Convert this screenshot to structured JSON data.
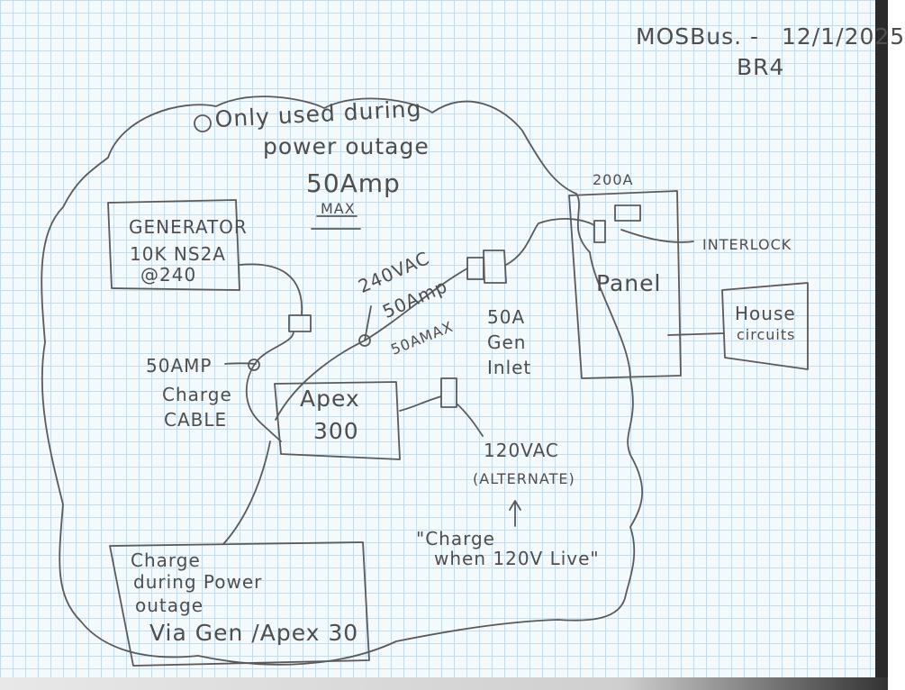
{
  "header": {
    "author": "MOSBus. -",
    "date": "12/1/2025",
    "rev": "BR4"
  },
  "outage_note": {
    "line1": "Only used during",
    "line2": "power outage"
  },
  "max_amp": {
    "line1": "50Amp",
    "line2": "MAX"
  },
  "generator": {
    "line1": "GENERATOR",
    "line2": "10K NS2A",
    "line3": "@240"
  },
  "panel": {
    "rating": "200A",
    "label": "Panel"
  },
  "interlock": {
    "label": "INTERLOCK"
  },
  "house_circuits": {
    "line1": "House",
    "line2": "circuits"
  },
  "gen_inlet": {
    "line1": "50A",
    "line2": "Gen",
    "line3": "Inlet"
  },
  "feed": {
    "line1": "240VAC",
    "line2": "50Amp",
    "max": "50AMAX"
  },
  "charge_cable": {
    "line1": "50AMP",
    "line2": "Charge",
    "line3": "CABLE"
  },
  "apex": {
    "line1": "Apex",
    "line2": "300"
  },
  "ac120": {
    "line1": "120VAC",
    "line2": "(ALTERNATE)"
  },
  "charge_quote": {
    "line1": "\"Charge",
    "line2": "when 120V Live\""
  },
  "charge_box": {
    "line1": "Charge",
    "line2": "during Power",
    "line3": "outage",
    "line4": "Via Gen /Apex 30"
  },
  "colors": {
    "pencil": "#4e4e4e",
    "grid": "#c4dcec",
    "paper": "#f4f9fc"
  }
}
